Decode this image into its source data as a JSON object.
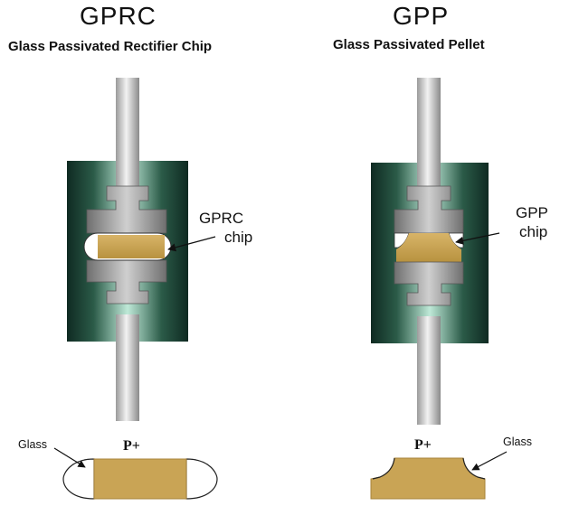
{
  "left": {
    "title": "GPRC",
    "subtitle": "Glass Passivated Rectifier Chip",
    "callout_line1": "GPRC",
    "callout_line2": "chip",
    "glass_label": "Glass",
    "plus_label": "P+"
  },
  "right": {
    "title": "GPP",
    "subtitle": "Glass Passivated Pellet",
    "callout_line1": "GPP",
    "callout_line2": "chip",
    "glass_label": "Glass",
    "plus_label": "P+"
  },
  "colors": {
    "chip": "#c9a455",
    "chip_edge": "#a8833a",
    "metal_dark": "#8c8c8c",
    "metal_light": "#e8e8e8",
    "package_dark": "#0f2a22",
    "package_light": "#bfe9d8"
  }
}
